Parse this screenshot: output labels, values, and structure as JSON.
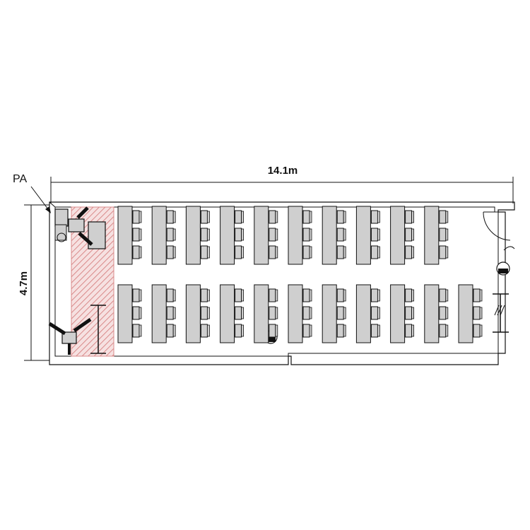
{
  "labels": {
    "width": "14.1m",
    "height": "4.7m",
    "pa": "PA"
  },
  "colors": {
    "line": "#111111",
    "desk_fill": "#cfcfcf",
    "hatch": "#d98a8a",
    "hatch_bg": "#f6e1e1"
  },
  "layout": {
    "top_row_desk_count": 10,
    "bottom_row_desk_count": 11,
    "chairs_per_desk": 3
  }
}
